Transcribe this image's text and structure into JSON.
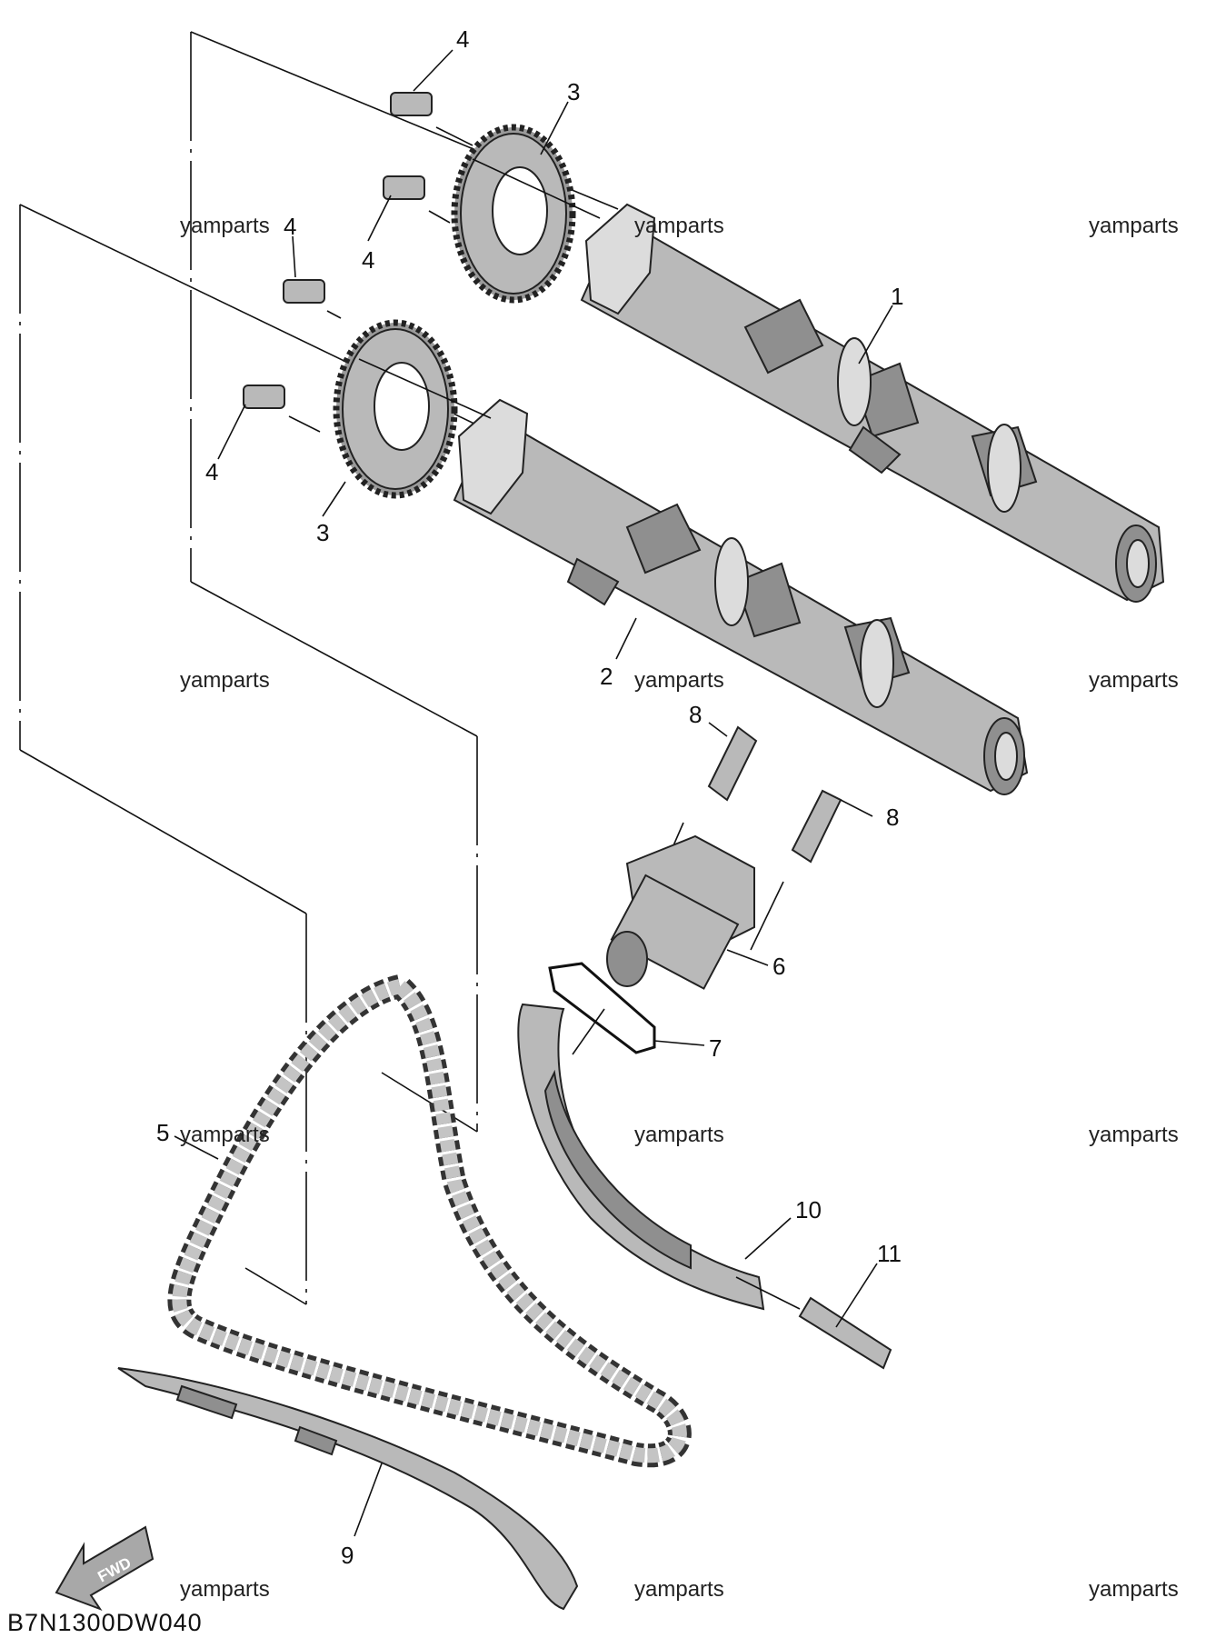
{
  "diagram": {
    "code": "B7N1300DW040",
    "fwd_label": "FWD",
    "watermark": "yamparts",
    "callouts": {
      "c1": "1",
      "c2": "2",
      "c3a": "3",
      "c3b": "3",
      "c4a": "4",
      "c4b": "4",
      "c4c": "4",
      "c4d": "4",
      "c5": "5",
      "c6": "6",
      "c7": "7",
      "c8a": "8",
      "c8b": "8",
      "c9": "9",
      "c10": "10",
      "c11": "11"
    }
  },
  "colors": {
    "part_fill": "#b9b9b9",
    "part_shadow": "#8f8f8f",
    "line": "#111111",
    "background": "#ffffff"
  }
}
